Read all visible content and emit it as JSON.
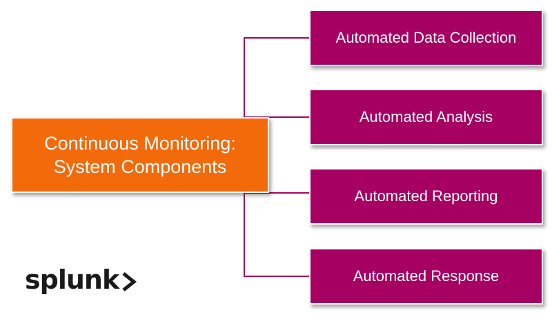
{
  "center": {
    "line1": "Continuous Monitoring:",
    "line2": "System Components"
  },
  "branches": [
    {
      "label": "Automated Data Collection"
    },
    {
      "label": "Automated Analysis"
    },
    {
      "label": "Automated Reporting"
    },
    {
      "label": "Automated Response"
    }
  ],
  "logo": {
    "text": "splunk",
    "icon": "chevron-right-icon"
  },
  "colors": {
    "center_fill": "#f36a0a",
    "branch_fill": "#a50062",
    "connector": "#a50062",
    "text": "#ffffff"
  }
}
